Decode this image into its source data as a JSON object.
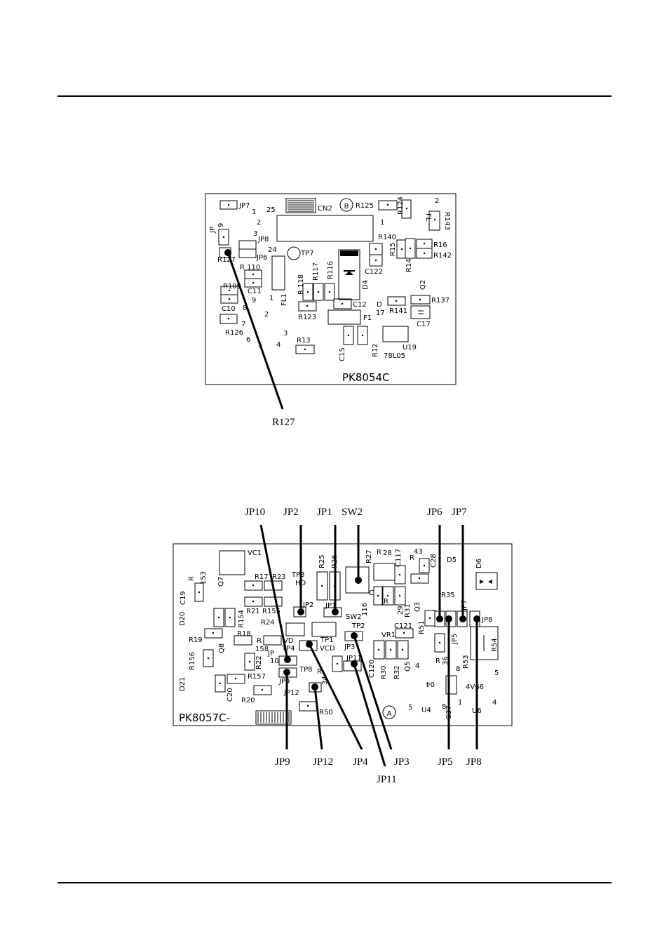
{
  "board_top": {
    "model_label": "PK8054C",
    "mark_label": "B",
    "labels": {
      "jp7": "JP7",
      "n1a": "1",
      "n2a": "2",
      "n3a": "3",
      "jp9": "JP",
      "jp9b": "9",
      "jp8": "JP8",
      "jp6": "JP6",
      "n24": "24",
      "tp7": "TP7",
      "n25": "25",
      "cn2": "CN2",
      "r125": "R125",
      "r124": "R124",
      "fl2": "FL",
      "n2b": "2",
      "r143": "R143",
      "n1b": "1",
      "r140": "R140",
      "r15": "R15",
      "r16": "R16",
      "r142": "R142",
      "r14": "R14",
      "r127s": "R127",
      "r110": "R 110",
      "r109": "R109",
      "c11": "C11",
      "c10": "C10",
      "n8": "8",
      "n9": "9",
      "n7": "7",
      "r126": "R126",
      "n6": "6",
      "n5": "5",
      "n1c": "1",
      "fl1": "FL1",
      "n2c": "2",
      "n3b": "3",
      "n4": "4",
      "r118": "R 118",
      "r117": "R117",
      "r116": "R116",
      "r123": "R123",
      "c12": "C12",
      "c122": "C122",
      "d4": "D4",
      "d17a": "D",
      "d17b": "17",
      "r141": "R141",
      "q2": "Q2",
      "r137": "R137",
      "c17": "C17",
      "f1": "F1",
      "r13": "R13",
      "c15": "C15",
      "r12": "R12",
      "u19": "U19",
      "u19b": "78L05"
    },
    "callout": "R127"
  },
  "board_bottom": {
    "model_label": "PK8057C-",
    "mark_label": "A",
    "labels": {
      "vc1": "VC1",
      "r153a": "R",
      "r153b": "153",
      "q7": "Q7",
      "c19": "C19",
      "d20": "D20",
      "r17": "R17",
      "r23": "R23",
      "tp3": "TP3",
      "hd": "HD",
      "r21": "R21",
      "r155": "R155",
      "jp2": "JP2",
      "r25": "R25",
      "r26": "R26",
      "jp1": "JP1",
      "r27": "R27",
      "r28a": "R",
      "r28b": "28",
      "c117": "C117",
      "r43a": "R",
      "r43b": "43",
      "c28": "C28",
      "d5": "D5",
      "d6": "D6",
      "r35": "R35",
      "c116a": "C",
      "c116b": "116",
      "r29a": "R",
      "r29b": "29",
      "r31": "R31",
      "q3": "Q3",
      "jp7": "JP7",
      "r154": "R154",
      "r24": "R24",
      "r18": "R18",
      "r158a": "R",
      "r158b": "158",
      "vd": "VD",
      "tp1": "TP1",
      "sw2": "SW2",
      "tp2": "TP2",
      "c121": "C121",
      "vr1": "VR1",
      "r51": "R51",
      "jp5": "JP5",
      "jp8": "JP8",
      "r19": "R19",
      "q8": "Q8",
      "tp4": "TP4",
      "vcd": "VCD",
      "jp3": "JP3",
      "r54": "R54",
      "r156": "R156",
      "jpa": "JP",
      "n10": "10",
      "r22": "R22",
      "tp8": "TP8",
      "jp11": "JP11",
      "c120": "C120",
      "r30": "R30",
      "r32": "R32",
      "q5": "Q5",
      "n4": "4",
      "r36a": "R",
      "r36b": "36",
      "r53": "R53",
      "d21": "D21",
      "jp9": "JP9",
      "r157": "R157",
      "r34a": "R",
      "r34b": "34",
      "c20": "C20",
      "r20": "R20",
      "jp12": "JP12",
      "u4": "U4",
      "n5a": "5",
      "n04": "04",
      "n8": "8",
      "n1": "1",
      "c37": "C37",
      "n8b": "8",
      "n4v66": "4V66",
      "u6": "U6",
      "n5b": "5",
      "n4b": "4",
      "r50": "R50",
      "n5c": "5"
    },
    "callouts_top": [
      "JP10",
      "JP2",
      "JP1",
      "SW2",
      "JP6",
      "JP7"
    ],
    "callouts_bottom": [
      "JP9",
      "JP12",
      "JP4",
      "JP3",
      "JP5",
      "JP8"
    ],
    "callout_jp11": "JP11"
  }
}
